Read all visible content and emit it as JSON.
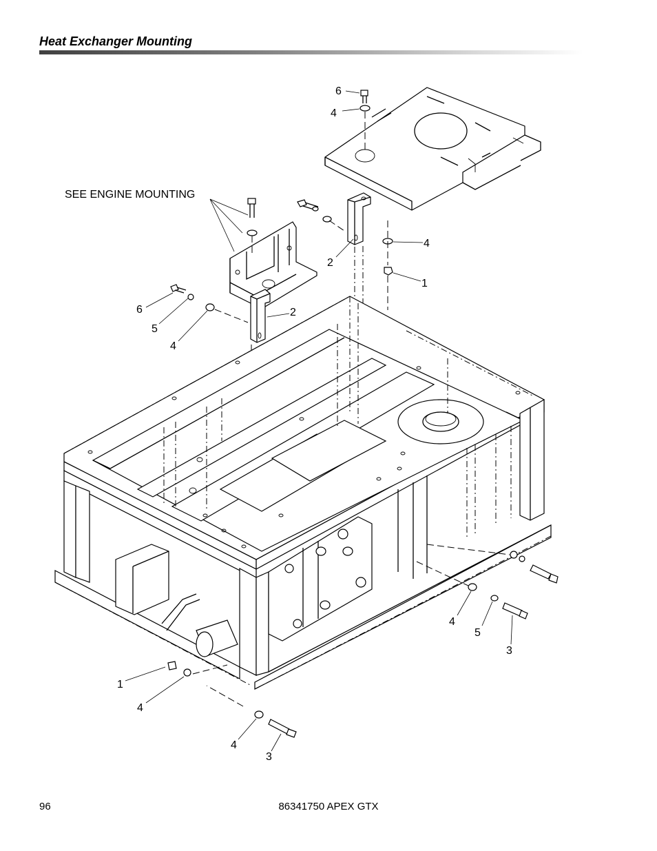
{
  "header": {
    "title": "Heat Exchanger Mounting"
  },
  "diagram": {
    "note": "SEE ENGINE MOUNTING",
    "callouts": {
      "top_bolt_6": "6",
      "top_washer_4": "4",
      "bracket_right_2": "2",
      "right_washer_4": "4",
      "right_nut_1": "1",
      "left_bolt_6": "6",
      "left_lockwasher_5": "5",
      "left_washer_4": "4",
      "bracket_left_2": "2",
      "br_washer_4": "4",
      "br_lockwasher_5": "5",
      "br_bolt_3": "3",
      "bl_nut_1": "1",
      "bl_washer_4": "4",
      "bottom_washer_4": "4",
      "bottom_bolt_3": "3"
    }
  },
  "footer": {
    "page_number": "96",
    "doc_id": "86341750  APEX GTX"
  }
}
